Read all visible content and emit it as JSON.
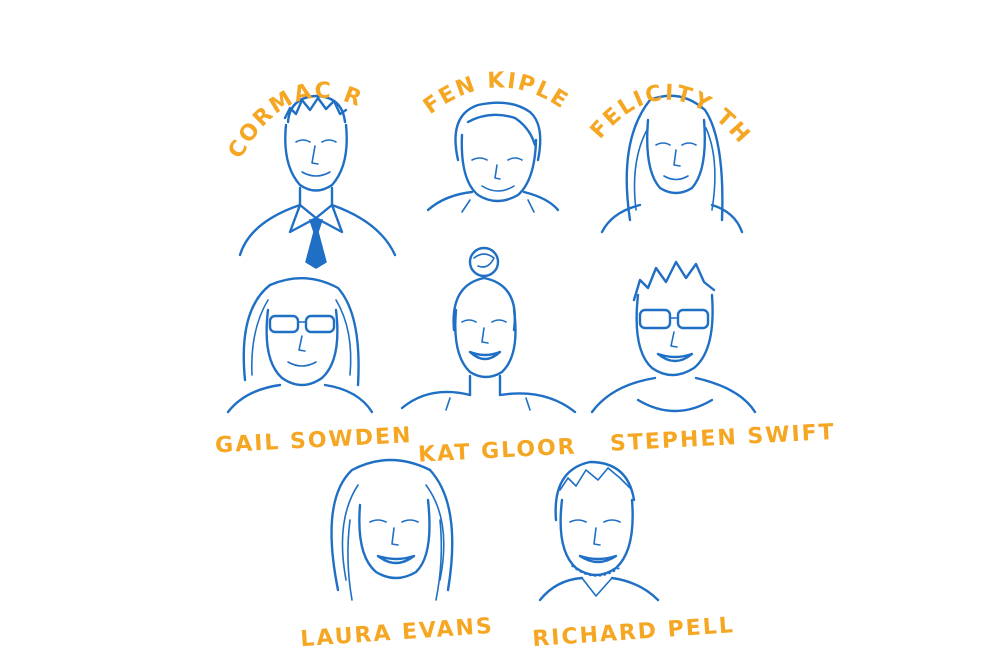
{
  "people": [
    {
      "name": "CORMAC RYAN"
    },
    {
      "name": "FEN KIPLEY"
    },
    {
      "name": "FELICITY THOW"
    },
    {
      "name": "GAIL SOWDEN"
    },
    {
      "name": "KAT GLOOR"
    },
    {
      "name": "STEPHEN SWIFT"
    },
    {
      "name": "LAURA EVANS"
    },
    {
      "name": "RICHARD PELL"
    }
  ],
  "colors": {
    "ink": "#1f6fc4",
    "label": "#f5a623",
    "background": "#ffffff"
  }
}
